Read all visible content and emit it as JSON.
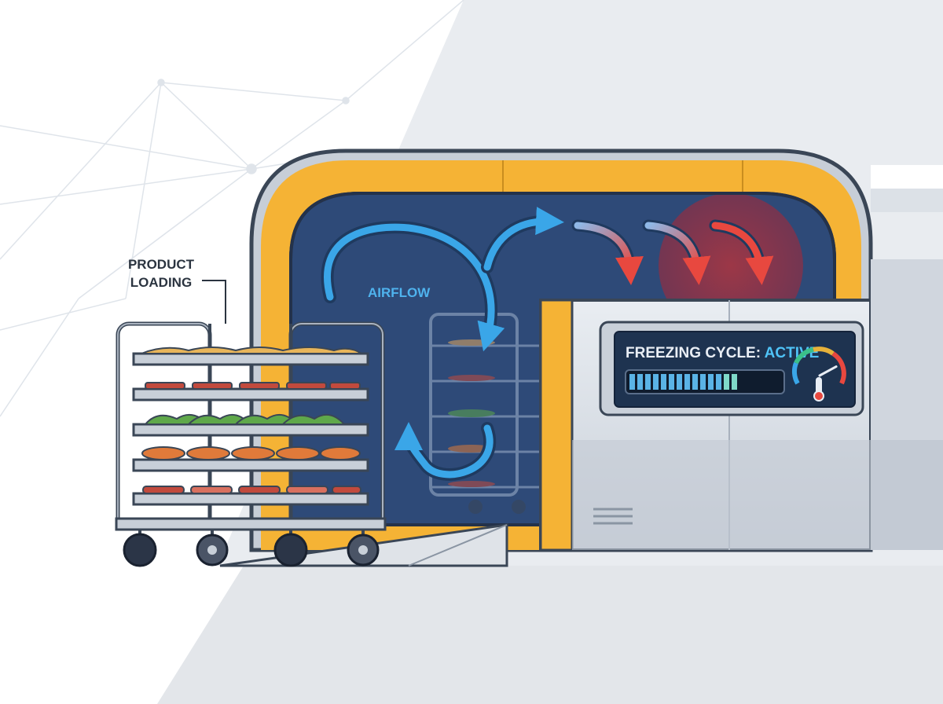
{
  "labels": {
    "product_loading_line1": "PRODUCT",
    "product_loading_line2": "LOADING",
    "airflow": "AIRFLOW",
    "display_prefix": "FREEZING CYCLE: ",
    "display_status": "ACTIVE"
  },
  "display": {
    "progress_fraction": 0.75,
    "gauge_fraction": 0.78
  },
  "colors": {
    "insulation": "#f5b335",
    "chamber": "#2e4a78",
    "airflow_cool": "#3aa6e8",
    "airflow_warm": "#e8483f",
    "status_active": "#4fc3f7",
    "progress": "#5ab3e6"
  },
  "icons": [
    "thermometer-icon",
    "gauge-icon",
    "airflow-arrow-icon",
    "vent-grille-icon"
  ]
}
